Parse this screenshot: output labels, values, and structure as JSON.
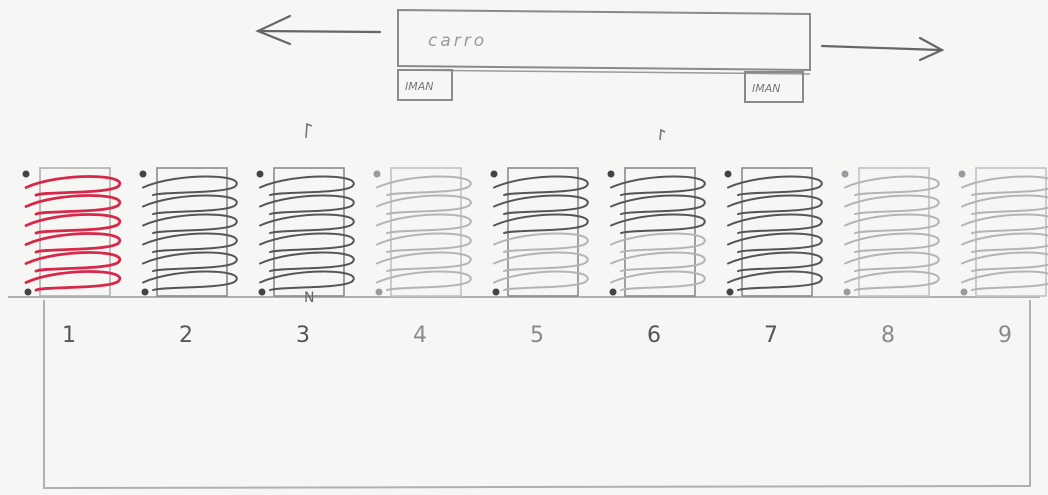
{
  "cart": {
    "label": "carro",
    "left_magnet_label": "IMAN",
    "right_magnet_label": "IMAN"
  },
  "coils": [
    {
      "number": "1",
      "state": "active"
    },
    {
      "number": "2",
      "state": "dark"
    },
    {
      "number": "3",
      "state": "dark"
    },
    {
      "number": "4",
      "state": "faded"
    },
    {
      "number": "5",
      "state": "half"
    },
    {
      "number": "6",
      "state": "half"
    },
    {
      "number": "7",
      "state": "dark"
    },
    {
      "number": "8",
      "state": "faded"
    },
    {
      "number": "9",
      "state": "faded"
    }
  ],
  "pole_marks": {
    "coil3_bottom": "N"
  },
  "colors": {
    "background": "#f6f6f4",
    "pencil_dark": "#555555",
    "pencil_light": "#b4b4b4",
    "active_coil": "#d8284a"
  },
  "icons": [
    "left-arrow-icon",
    "right-arrow-icon"
  ]
}
